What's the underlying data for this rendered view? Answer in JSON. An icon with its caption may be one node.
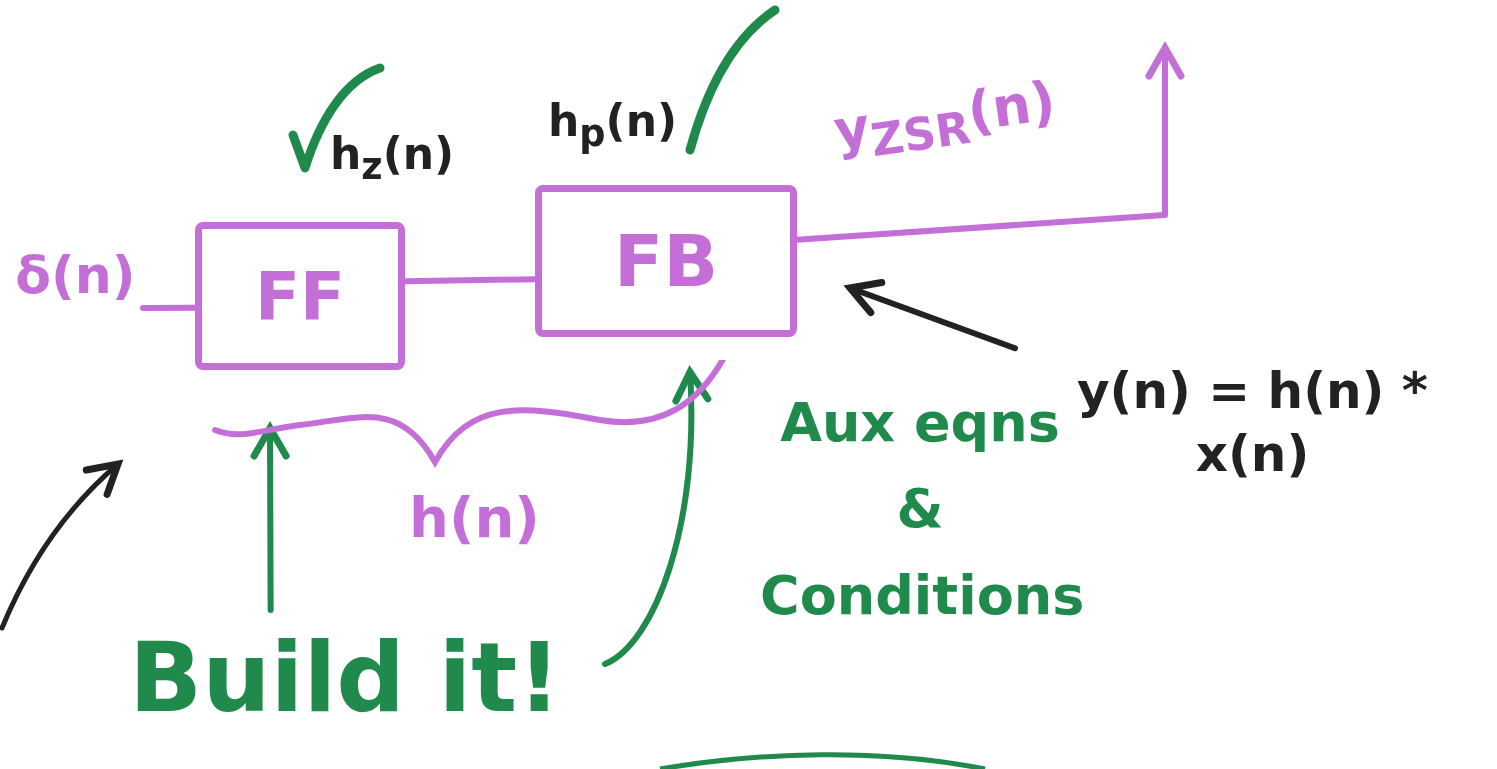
{
  "diagram": {
    "nodes": [
      {
        "text": [
          "δ(n)"
        ]
      },
      {
        "text": [
          "FF"
        ]
      },
      {
        "text": [
          "FB"
        ]
      },
      {
        "text": [
          "y(n) = h(n) * x(n)"
        ]
      },
      {
        "text": [
          "h(n)"
        ]
      },
      {
        "text": [
          "Build it!"
        ]
      }
    ],
    "edges": [
      {
        "from": 0,
        "to": 1,
        "arrow": "none"
      },
      {
        "from": 1,
        "to": 2,
        "arrow": "none"
      },
      {
        "from": 2,
        "to": null,
        "arrow": "to",
        "label": "y$_{ZSR}$(n)"
      },
      {
        "from": 3,
        "to": null,
        "arrow": "to",
        "color": "#222222"
      },
      {
        "from": 5,
        "to": 4,
        "arrow": "to",
        "color": "#1f8a4c"
      },
      {
        "from": 5,
        "to": 4,
        "arrow": "to",
        "color": "#1f8a4c"
      }
    ],
    "labels": [
      "h$_{z}$(n)",
      "h$_{p}$(n)",
      "Aux eqns & Conditions"
    ]
  }
}
